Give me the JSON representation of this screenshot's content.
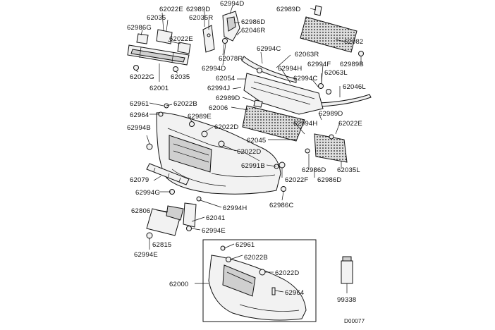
{
  "diagram_code": "D00077",
  "callouts": {
    "c62022E_a": "62022E",
    "c62035_a": "62035",
    "c62035R": "62035R",
    "c62989D_a": "62989D",
    "c62994D_a": "62994D",
    "c62989D_b": "62989D",
    "c62986G": "62986G",
    "c62022E_b": "62022E",
    "c62986D_a": "62986D",
    "c62046R": "62046R",
    "c62082": "62082",
    "c62022G": "62022G",
    "c62001": "62001",
    "c62035_b": "62035",
    "c62994C_a": "62994C",
    "c62063R": "62063R",
    "c62078R": "62078R",
    "c62994D_b": "62994D",
    "c62994F": "62994F",
    "c62989B": "62989B",
    "c62994H_a": "62994H",
    "c62063L": "62063L",
    "c62054": "62054",
    "c62994C_b": "62994C",
    "c62994J": "62994J",
    "c62046L": "62046L",
    "c62989D_c": "62989D",
    "c62961_a": "62961",
    "c62022B_a": "62022B",
    "c62006": "62006",
    "c62964_a": "62964",
    "c62989E": "62989E",
    "c62989D_d": "62989D",
    "c62994B": "62994B",
    "c62022D_a": "62022D",
    "c62994H_b": "62994H",
    "c62022E_c": "62022E",
    "c62045": "62045",
    "c62022D_b": "62022D",
    "c62991B": "62991B",
    "c62986D_b": "62986D",
    "c62035L": "62035L",
    "c62079": "62079",
    "c62022F": "62022F",
    "c62986D_c": "62986D",
    "c62994G": "62994G",
    "c62986C": "62986C",
    "c62806": "62806",
    "c62994H_c": "62994H",
    "c62041": "62041",
    "c62994E_a": "62994E",
    "c62815": "62815",
    "c62994E_b": "62994E",
    "c62961_b": "62961",
    "c62022B_b": "62022B",
    "c62022D_c": "62022D",
    "c62000": "62000",
    "c62964_b": "62964",
    "c99338": "99338"
  }
}
